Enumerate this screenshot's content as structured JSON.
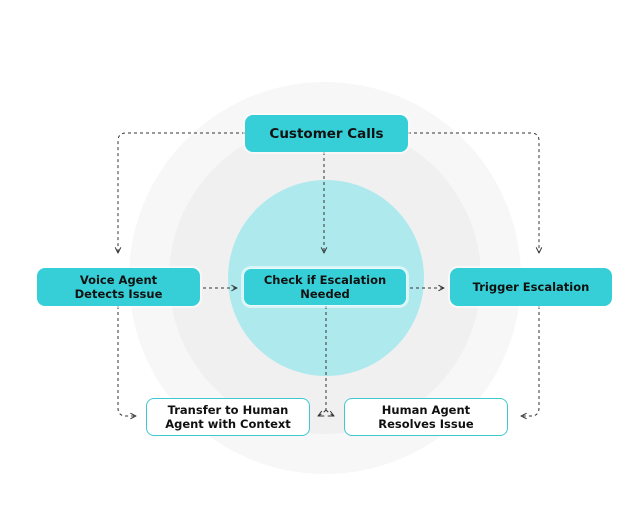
{
  "colors": {
    "accent": "#36cfd7",
    "center_circle": "#ade9ed",
    "halo_outer": "#f7f7f7",
    "halo_inner": "#f1f1f1",
    "connector": "#333333",
    "outline_border": "#3ec9d1",
    "text": "#111111"
  },
  "nodes": {
    "customer_calls": "Customer Calls",
    "voice_agent": "Voice Agent\nDetects Issue",
    "check_escalation": "Check if Escalation\nNeeded",
    "trigger_escalation": "Trigger Escalation",
    "transfer_human": "Transfer to Human\nAgent with Context",
    "human_resolves": "Human Agent\nResolves Issue"
  }
}
